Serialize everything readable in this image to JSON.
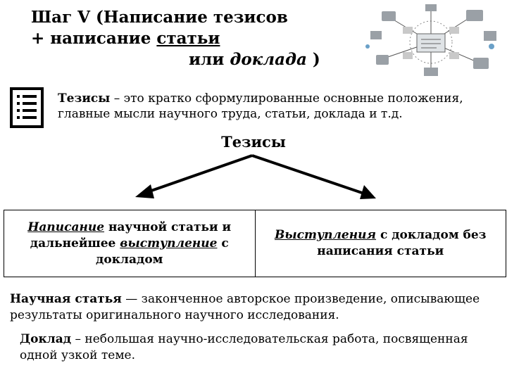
{
  "header": {
    "title_line1": "Шаг V (Написание тезисов",
    "title_line2_prefix": "+ написание ",
    "title_line2_emph": "статьи",
    "title_line3_prefix": "или ",
    "title_line3_emph": "доклада",
    "title_line3_suffix": " )"
  },
  "icons": {
    "list": "checklist-icon",
    "illustration": "research-collage-icons"
  },
  "thesis_definition": {
    "term": "Тезисы",
    "text": " – это кратко сформулированные основные положения, главные мысли научного труда, статьи, доклада и т.д."
  },
  "diagram": {
    "center_label": "Тезисы",
    "left_box": {
      "part1_emph": "Написание",
      "part2": " научной статьи и дальнейшее ",
      "part3_emph": "выступление",
      "part4": " с докладом"
    },
    "right_box": {
      "part1_emph": "Выступления",
      "part2": " с докладом без написания статьи"
    }
  },
  "article_definition": {
    "term": "Научная статья",
    "text": " — законченное авторское произведение, описывающее результаты оригинального научного исследования."
  },
  "report_definition": {
    "term": "Доклад",
    "text": " – небольшая научно-исследовательская работа, посвященная одной узкой теме."
  }
}
